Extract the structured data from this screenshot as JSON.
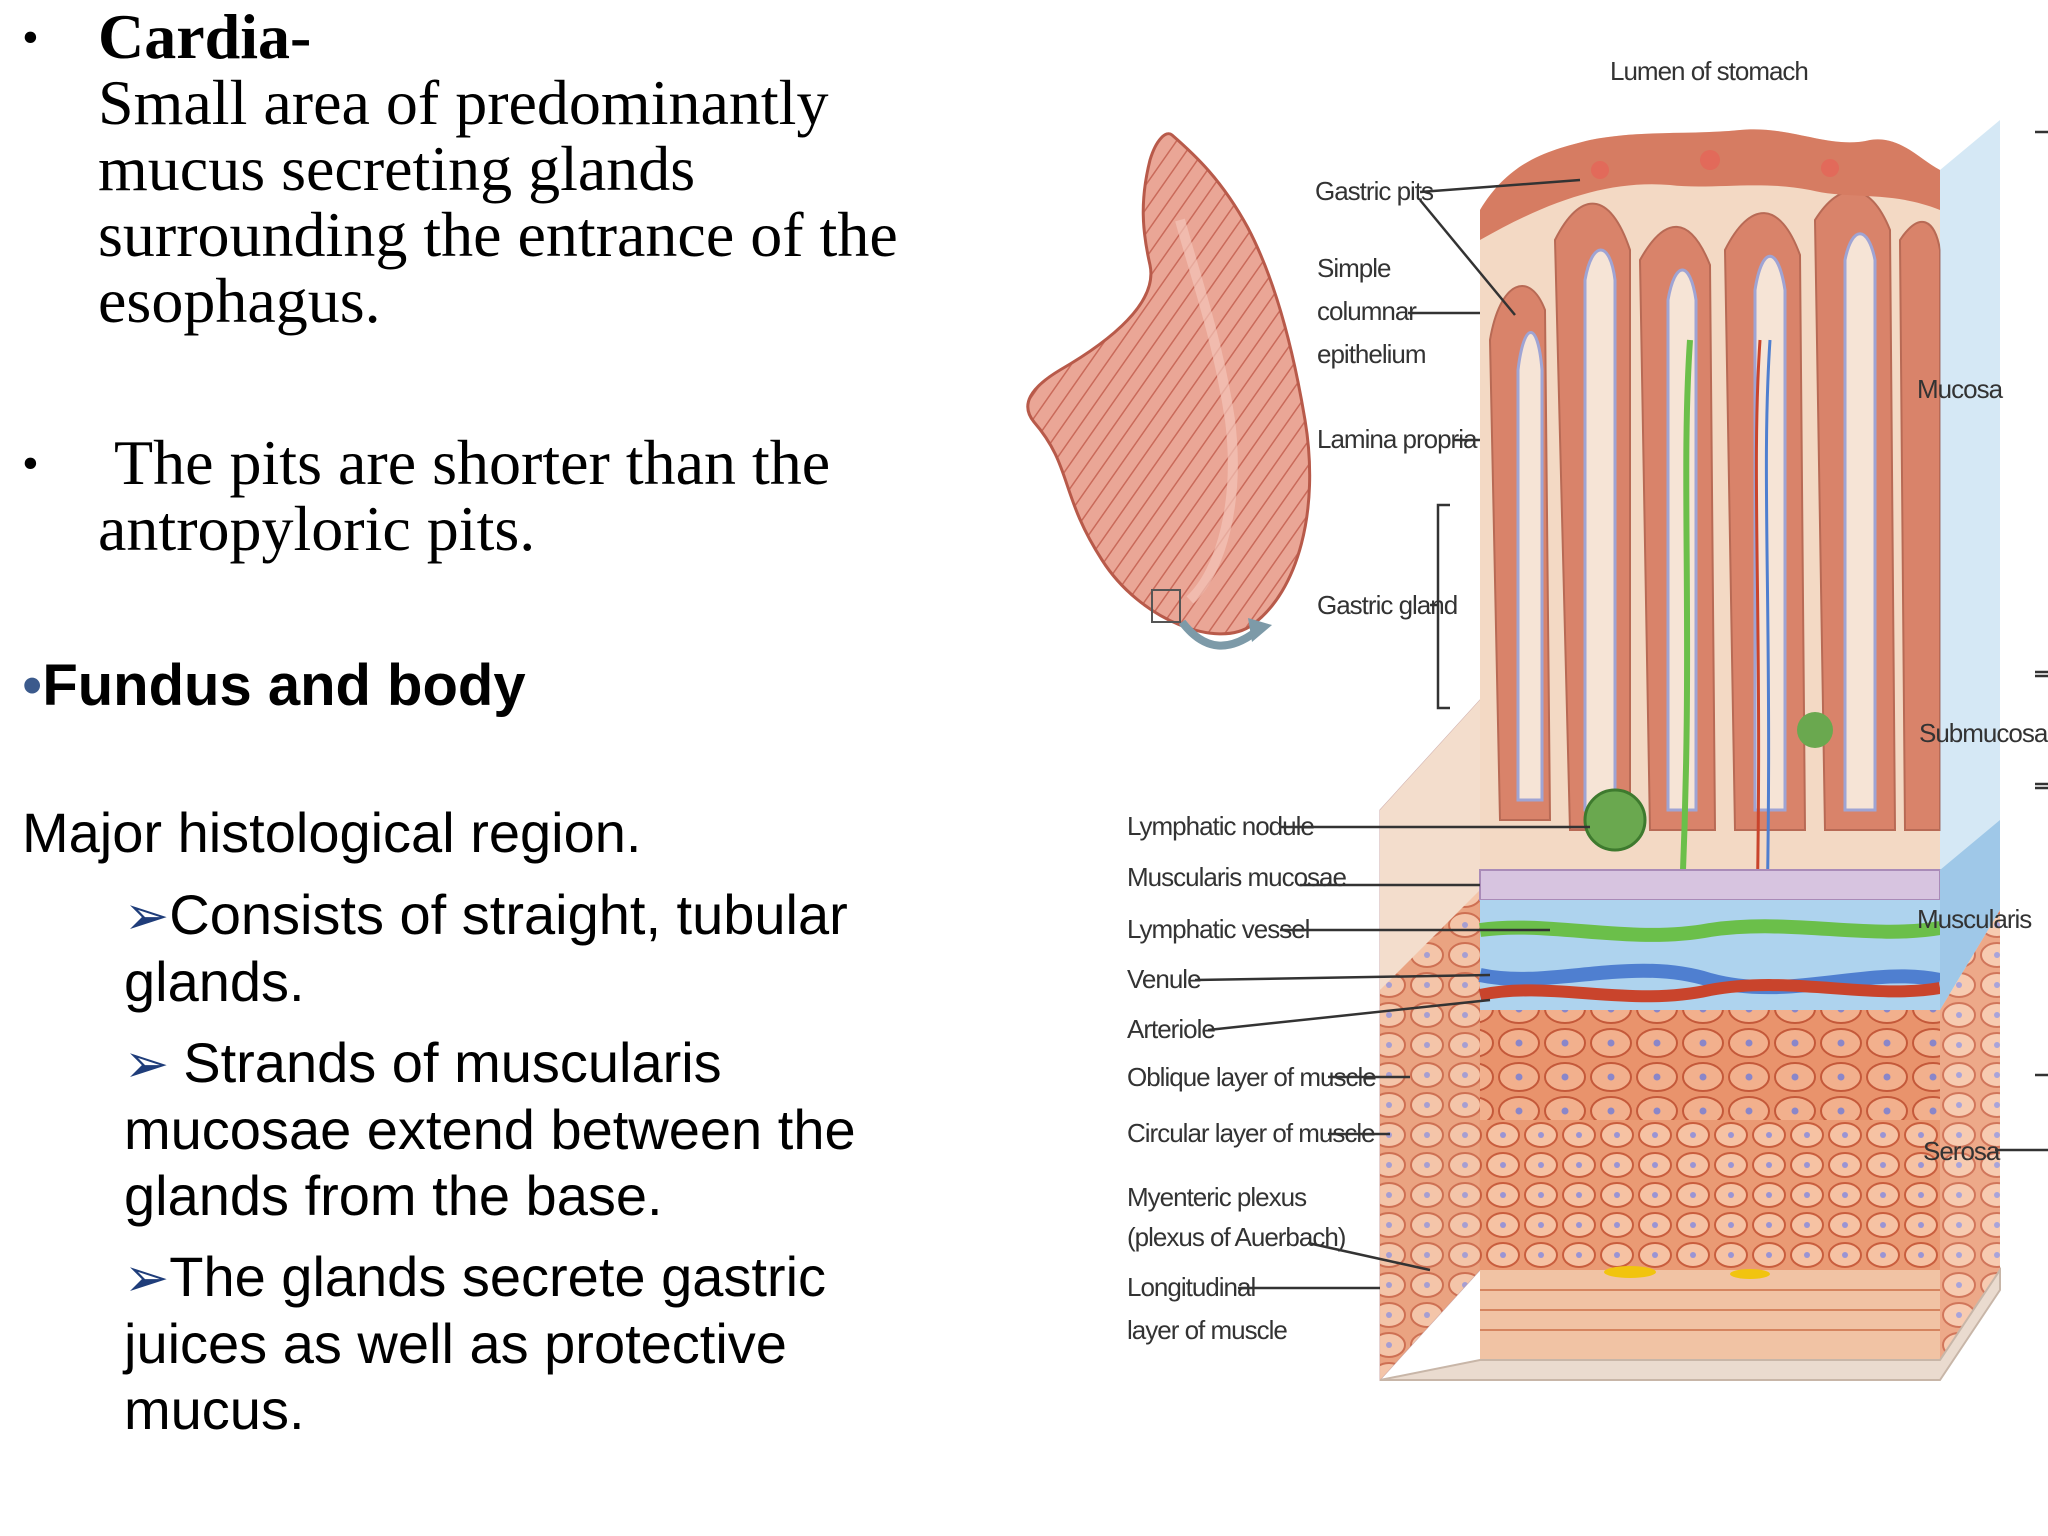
{
  "text": {
    "cardia_title": "Cardia-",
    "cardia_lines": [
      "Small area of predominantly",
      "mucus secreting glands",
      "surrounding the entrance of the",
      "esophagus."
    ],
    "pits_lines": [
      "The pits are shorter than the",
      "antropyloric pits."
    ],
    "fundus_title": "Fundus and  body",
    "major_region": "Major histological region.",
    "sub_bullets": [
      {
        "lines": [
          "Consists of straight, tubular",
          "glands."
        ]
      },
      {
        "lines": [
          "Strands of muscularis",
          "mucosae extend between the",
          "glands from the base."
        ]
      },
      {
        "lines": [
          "The glands secrete gastric",
          "juices as well as protective",
          "mucus."
        ]
      }
    ]
  },
  "figure": {
    "labels": {
      "lumen": "Lumen of stomach",
      "gastric_pits": "Gastric pits",
      "epithelium_1": "Simple",
      "epithelium_2": "columnar",
      "epithelium_3": "epithelium",
      "lamina": "Lamina propria",
      "gastric_gland": "Gastric gland",
      "lymph_nodule": "Lymphatic nodule",
      "musc_mucosae": "Muscularis mucosae",
      "lymph_vessel": "Lymphatic vessel",
      "venule": "Venule",
      "arteriole": "Arteriole",
      "oblique": "Oblique layer of muscle",
      "circular": "Circular layer of muscle",
      "myenteric_1": "Myenteric plexus",
      "myenteric_2": "(plexus of Auerbach)",
      "longit_1": "Longitudinal",
      "longit_2": "layer of muscle",
      "mucosa": "Mucosa",
      "submucosa": "Submucosa",
      "muscularis": "Muscularis",
      "serosa": "Serosa"
    },
    "colors": {
      "tissue": "#d9836a",
      "mucosa_light": "#f3d9c4",
      "muscle": "#e58a64",
      "submucosa_blue": "#aed3ee",
      "vessel_blue": "#4f7fd0",
      "vessel_red": "#c9442c",
      "lymph_green": "#6bbf4a",
      "stomach_pink": "#e7998a"
    }
  }
}
